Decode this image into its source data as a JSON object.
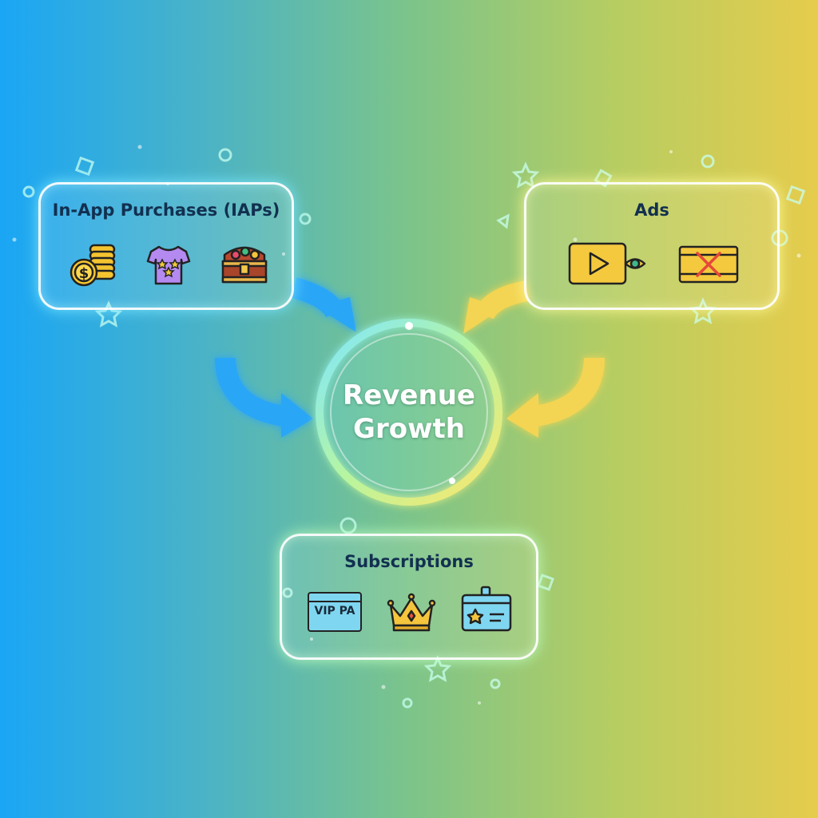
{
  "hub": {
    "line1": "Revenue",
    "line2": "Growth"
  },
  "sources": {
    "iaps": {
      "title": "In-App Purchases (IAPs)",
      "icons": [
        "coin-stack-icon",
        "tshirt-icon",
        "treasure-chest-icon"
      ]
    },
    "ads": {
      "title": "Ads",
      "icons": [
        "video-ad-icon",
        "blocked-banner-icon"
      ]
    },
    "subscriptions": {
      "title": "Subscriptions",
      "icons": [
        "vip-pass-icon",
        "crown-icon",
        "membership-card-icon"
      ],
      "vip_label": "VIP PA"
    }
  },
  "colors": {
    "blue_arrow": "#2aa6f6",
    "yellow_arrow": "#f3d552",
    "icon_outline": "#222222"
  }
}
